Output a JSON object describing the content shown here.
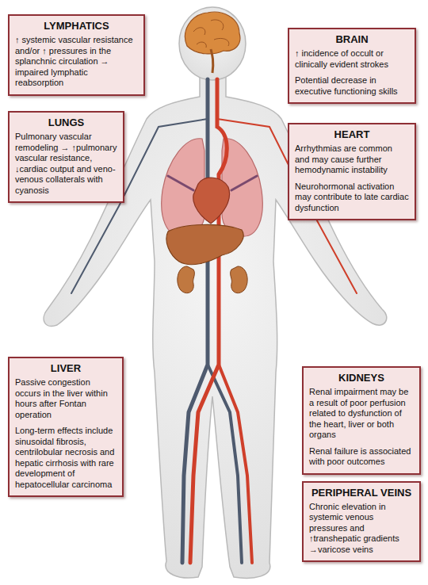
{
  "diagram": {
    "nodes": [
      {
        "text": [
          "LYMPHATICS",
          "↑ systemic vascular resistance and/or ↑ pressures in the splanchnic circulation → impaired lymphatic reabsorption"
        ]
      },
      {
        "text": [
          "BRAIN",
          "↑ incidence of occult or clinically evident strokes",
          "Potential decrease in executive functioning skills"
        ]
      },
      {
        "text": [
          "LUNGS",
          "Pulmonary vascular remodeling → ↑pulmonary vascular resistance, ↓cardiac output and veno-venous collaterals with cyanosis"
        ]
      },
      {
        "text": [
          "HEART",
          "Arrhythmias are common and may cause further hemodynamic instability",
          "Neurohormonal activation may contribute to late cardiac dysfunction"
        ]
      },
      {
        "text": [
          "LIVER",
          "Passive congestion occurs in the liver within hours after Fontan operation",
          "Long-term effects include sinusoidal fibrosis, centrilobular necrosis and hepatic cirrhosis with rare development of hepatocellular carcinoma"
        ]
      },
      {
        "text": [
          "KIDNEYS",
          "Renal impairment may be a result of poor perfusion related to dysfunction of the heart, liver or both organs",
          "Renal failure is associated with poor outcomes"
        ]
      },
      {
        "text": [
          "PERIPHERAL VEINS",
          "Chronic elevation in systemic venous pressures and ↑transhepatic gradients →varicose veins"
        ]
      }
    ]
  }
}
